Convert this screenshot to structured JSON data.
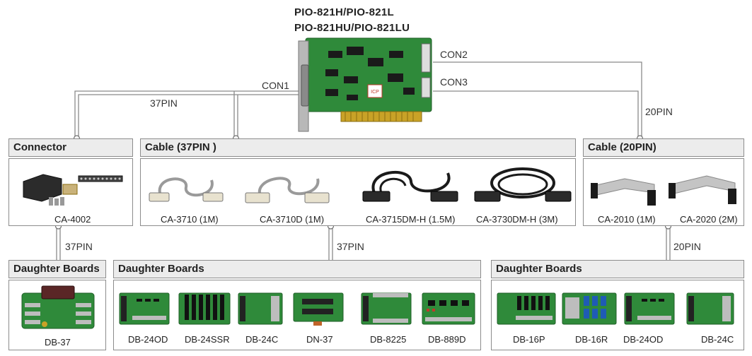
{
  "product_title": [
    "PIO-821H/PIO-821L",
    "PIO-821HU/PIO-821LU"
  ],
  "board_image": {
    "icon": "pci-daq-board-green"
  },
  "ports": {
    "con1": "CON1",
    "con2": "CON2",
    "con3": "CON3"
  },
  "pins": {
    "top_left": "37PIN",
    "top_right": "20PIN",
    "mid_left": "37PIN",
    "mid_center": "37PIN",
    "mid_right": "20PIN"
  },
  "sections": {
    "connector": {
      "title": "Connector",
      "items": [
        {
          "label": "CA-4002",
          "icon": "d-sub-connector-kit"
        }
      ]
    },
    "cable37": {
      "title": "Cable (37PIN )",
      "items": [
        {
          "label": "CA-3710 (1M)",
          "icon": "gray-db37-cable"
        },
        {
          "label": "CA-3710D (1M)",
          "icon": "gray-db37-cable"
        },
        {
          "label": "CA-3715DM-H (1.5M)",
          "icon": "black-db37-cable"
        },
        {
          "label": "CA-3730DM-H (3M)",
          "icon": "black-db37-cable"
        }
      ]
    },
    "cable20": {
      "title": "Cable (20PIN)",
      "items": [
        {
          "label": "CA-2010 (1M)",
          "icon": "ribbon-cable"
        },
        {
          "label": "CA-2020 (2M)",
          "icon": "ribbon-cable"
        }
      ]
    },
    "daughter_left": {
      "title": "Daughter Boards",
      "items": [
        {
          "label": "DB-37",
          "icon": "terminal-board"
        }
      ]
    },
    "daughter_center": {
      "title": "Daughter Boards",
      "items": [
        {
          "label": "DB-24OD",
          "icon": "terminal-board"
        },
        {
          "label": "DB-24SSR",
          "icon": "relay-board"
        },
        {
          "label": "DB-24C",
          "icon": "terminal-board"
        },
        {
          "label": "DN-37",
          "icon": "terminal-board"
        },
        {
          "label": "DB-8225",
          "icon": "terminal-board"
        },
        {
          "label": "DB-889D",
          "icon": "terminal-board"
        }
      ]
    },
    "daughter_right": {
      "title": "Daughter Boards",
      "items": [
        {
          "label": "DB-16P",
          "icon": "terminal-board"
        },
        {
          "label": "DB-16R",
          "icon": "relay-board"
        },
        {
          "label": "DB-24OD",
          "icon": "terminal-board"
        },
        {
          "label": "DB-24C",
          "icon": "terminal-board"
        }
      ]
    }
  },
  "colors": {
    "board": "#2f8a3a",
    "board_dark": "#1f5e27",
    "line": "#8a8a8a",
    "header_bg": "#ececec"
  }
}
